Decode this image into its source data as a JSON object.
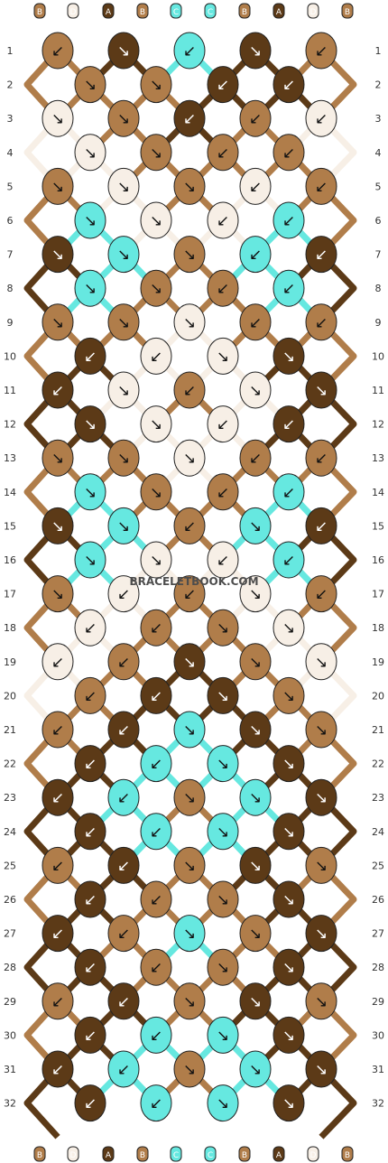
{
  "site": {
    "watermark": "BRACELETBOOK.COM"
  },
  "colors": {
    "A": "#5c3a17",
    "B": "#b07d4a",
    "C": "#66e8e0",
    "D": "#f7efe6"
  },
  "string_letters": [
    "B",
    "D",
    "A",
    "B",
    "C",
    "C",
    "B",
    "A",
    "D",
    "B"
  ],
  "row_numbers": [
    "1",
    "2",
    "3",
    "4",
    "5",
    "6",
    "7",
    "8",
    "9",
    "10",
    "11",
    "12",
    "13",
    "14",
    "15",
    "16",
    "17",
    "18",
    "19",
    "20",
    "21",
    "22",
    "23",
    "24",
    "25",
    "26",
    "27",
    "28",
    "29",
    "30",
    "31",
    "32"
  ],
  "knot_colors": [
    "BAC AB",
    "BBAAB",
    "DBA BD",
    "DBBBD",
    "BDB DB",
    "CDDC",
    "ACB CA",
    "CBBC",
    "BBD BB",
    "ADDA",
    "ADB DA",
    "ADDA",
    "BBD BB",
    "CBBC",
    "ACB CA",
    "CDDC",
    "BDB DB",
    "DBBD",
    "DBA BD",
    "BAAB",
    "BAC AB",
    "ACCA",
    "ACB CA",
    "ACCA",
    "BAB AB",
    "ABBA",
    "ABC BA",
    "ABBA",
    "BAB AB",
    "ACCA",
    "ACB CA",
    "ACCA"
  ],
  "knot_arrows": [
    "↙↘↙↘↙",
    "↘↘↙↙",
    "↘↘↙↙↙",
    "↘↘↙↙",
    "↘↘↘↙↙",
    "↘↘↙↙",
    "↘↘↘↙↙",
    "↘↘↙↙",
    "↘↘↘↙↙",
    "↙↙↘↘",
    "↙↘↙↘↘",
    "↘↘↙↙",
    "↘↘↘↙↙",
    "↘↘↙↙",
    "↘↘↙↘↙",
    "↘↘↙↙",
    "↘↙↙↘↙",
    "↙↙↘↘",
    "↙↙↘↘↘",
    "↙↙↘↘",
    "↙↙↘↘↘",
    "↙↙↘↘",
    "↙↙↘↘↘",
    "↙↙↘↘",
    "↙↙↘↘↘",
    "↙↙↘↘",
    "↙↙↘↘↘",
    "↙↙↘↘",
    "↙↙↘↘↘",
    "↙↙↘↘",
    "↙↙↘↘↘",
    "↙↙↘↘"
  ]
}
